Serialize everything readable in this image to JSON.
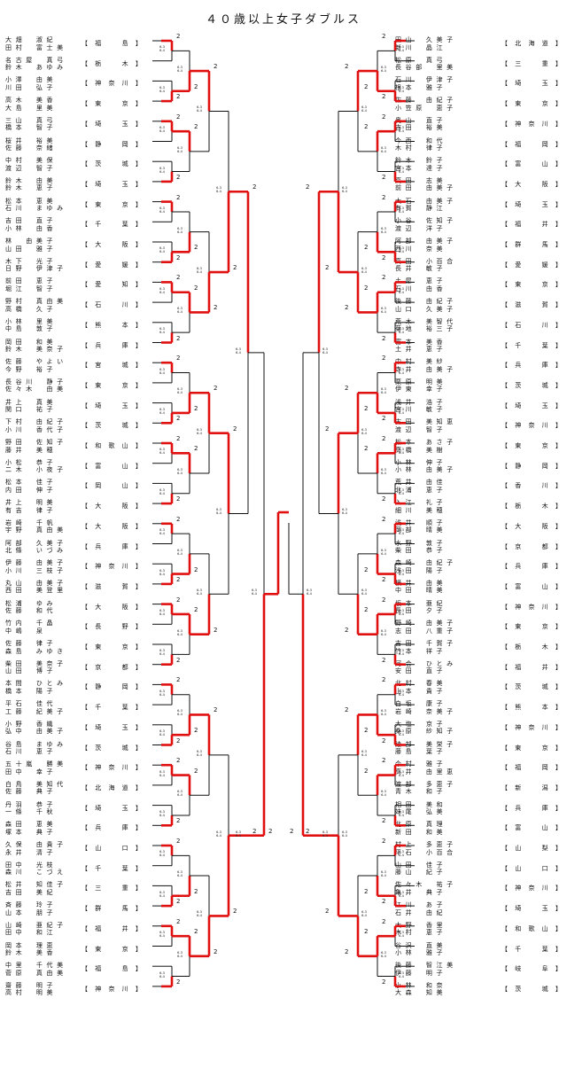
{
  "title": "４０歳以上女子ダブルス",
  "colors": {
    "win": "#e01010",
    "line": "#111111"
  },
  "left_entries": [
    {
      "names": [
        "大 畑 　 淑 紀",
        "田 村 　 富 士 美"
      ],
      "pref": "【 福 　 島 】"
    },
    {
      "names": [
        "名 古 屋 　 真 弓",
        "鈴 木 　 あ ゆ み"
      ],
      "pref": "【 栃 　 木 】"
    },
    {
      "names": [
        "小 澤 　 由 美",
        "川 田 　 弘 子"
      ],
      "pref": "【 神 奈 川 】"
    },
    {
      "names": [
        "高 木 　 美 香",
        "大 島 　 里 美"
      ],
      "pref": "【 東 　 京 】"
    },
    {
      "names": [
        "三 山 　 真 弓",
        "橋 本 　 智 子"
      ],
      "pref": "【 埼 　 玉 】"
    },
    {
      "names": [
        "桜 井 　 裕 美",
        "佐 藤 　 奈 緒"
      ],
      "pref": "【 静 　 岡 】"
    },
    {
      "names": [
        "中 村 　 美 保",
        "渡 辺 　 智 子"
      ],
      "pref": "【 茨 　 城 】"
    },
    {
      "names": [
        "鈴 木 　 由 美",
        "鈴 木 　 恵 子"
      ],
      "pref": "【 埼 　 玉 】"
    },
    {
      "names": [
        "松 本 　 恵 美",
        "石 川 　 ま ゆ み"
      ],
      "pref": "【 東 　 京 】"
    },
    {
      "names": [
        "吉 田 　 直 子",
        "小 林 　 由 香"
      ],
      "pref": "【 千 　 葉 】"
    },
    {
      "names": [
        "林 　 由 美 子",
        "山 田 　 雅 子"
      ],
      "pref": "【 大 　 阪 】"
    },
    {
      "names": [
        "木 下 　 光 子",
        "日 野 　 伊 津 子"
      ],
      "pref": "【 愛 　 媛 】"
    },
    {
      "names": [
        "前 田 　 恵 子",
        "堀 江 　 智 子"
      ],
      "pref": "【 愛 　 知 】"
    },
    {
      "names": [
        "野 村 　 真 由 美",
        "高 橋 　 久 子"
      ],
      "pref": "【 石 　 川 】"
    },
    {
      "names": [
        "小 林 　 里 美",
        "中 島 　 敦 子"
      ],
      "pref": "【 熊 　 本 】"
    },
    {
      "names": [
        "岡 田 　 和 美",
        "鈴 木 　 美 奈 子"
      ],
      "pref": "【 兵 　 庫 】"
    },
    {
      "names": [
        "佐 藤 　 や よ い",
        "今 野 　 裕 子"
      ],
      "pref": "【 宮 　 城 】"
    },
    {
      "names": [
        "長 谷 川 　 静 子",
        "佐 々 木 　 由 美"
      ],
      "pref": "【 東 　 京 】"
    },
    {
      "names": [
        "井 上 　 真 美",
        "関 口 　 祐 子"
      ],
      "pref": "【 埼 　 玉 】"
    },
    {
      "names": [
        "下 村 　 由 紀 子",
        "小 川 　 香 代 子"
      ],
      "pref": "【 茨 　 城 】"
    },
    {
      "names": [
        "野 田 　 佐 知 子",
        "藤 井 　 美 穂"
      ],
      "pref": "【 和 歌 山 】"
    },
    {
      "names": [
        "小 松 　 恭 子",
        "二 木 　 小 夜 子"
      ],
      "pref": "【 富 　 山 】"
    },
    {
      "names": [
        "松 本 　 佳 子",
        "内 田 　 伸 子"
      ],
      "pref": "【 岡 　 山 】"
    },
    {
      "names": [
        "井 上 　 明 美",
        "有 吉 　 律 子"
      ],
      "pref": "【 大 　 阪 】"
    },
    {
      "names": [
        "岩 崎 　 千 帆",
        "宇 野 　 真 由 美"
      ],
      "pref": "【 大 　 阪 】"
    },
    {
      "names": [
        "阿 部 　 久 美 子",
        "北 條 　 い づ み"
      ],
      "pref": "【 兵 　 庫 】"
    },
    {
      "names": [
        "伊 藤 　 由 美 子",
        "小 川 　 三 枝 子"
      ],
      "pref": "【 神 奈 川 】"
    },
    {
      "names": [
        "丸 山 　 由 美 子",
        "西 田 　 美 登 里"
      ],
      "pref": "【 滋 　 賀 】"
    },
    {
      "names": [
        "松 浦 　 ゆ み",
        "佐 藤 　 和 代"
      ],
      "pref": "【 大 　 阪 】"
    },
    {
      "names": [
        "竹 内 　 千 晶",
        "中 嶋 　 泉"
      ],
      "pref": "【 長 　 野 】"
    },
    {
      "names": [
        "佐 藤 　 律 子",
        "森 島 　 み ゆ き"
      ],
      "pref": "【 東 　 京 】"
    },
    {
      "names": [
        "柴 田 　 美 奈 子",
        "山 田 　 博 子"
      ],
      "pref": "【 京 　 都 】"
    },
    {
      "names": [
        "本 間 　 ひ と み",
        "橋 本 　 陽 子"
      ],
      "pref": "【 静 　 岡 】"
    },
    {
      "names": [
        "平 石 　 佳 代",
        "工 藤 　 紀 美 子"
      ],
      "pref": "【 千 　 葉 】"
    },
    {
      "names": [
        "小 野 　 香 織",
        "弘 中 　 由 美 子"
      ],
      "pref": "【 埼 　 玉 】"
    },
    {
      "names": [
        "谷 島 　 ま ゆ み",
        "石 川 　 恵 子"
      ],
      "pref": "【 茨 　 城 】"
    },
    {
      "names": [
        "五 十 嵐 　 勝 美",
        "田 中 　 幸 子"
      ],
      "pref": "【 神 奈 川 】"
    },
    {
      "names": [
        "白 鳥 　 美 知 代",
        "佐 藤 　 典 子"
      ],
      "pref": "【 北 海 道 】"
    },
    {
      "names": [
        "丹 羽 　 恭 子",
        "一 條 　 千 秋"
      ],
      "pref": "【 埼 　 玉 】"
    },
    {
      "names": [
        "森 田 　 恵 美",
        "塚 本 　 典 子"
      ],
      "pref": "【 兵 　 庫 】"
    },
    {
      "names": [
        "久 保 　 由 貴 子",
        "永 井 　 清 子"
      ],
      "pref": "【 山 　 口 】"
    },
    {
      "names": [
        "田 中 　 光 枝",
        "森 川 　 こ づ え"
      ],
      "pref": "【 千 　 葉 】"
    },
    {
      "names": [
        "松 井 　 知 佳 子",
        "吉 田 　 美 紀"
      ],
      "pref": "【 三 　 重 】"
    },
    {
      "names": [
        "斉 藤 　 玲 子",
        "山 本 　 朋 子"
      ],
      "pref": "【 群 　 馬 】"
    },
    {
      "names": [
        "山 崎 　 亜 紀 子",
        "田 中 　 和 江"
      ],
      "pref": "【 福 　 井 】"
    },
    {
      "names": [
        "岡 本 　 理 恵",
        "鈴 木 　 美 香"
      ],
      "pref": "【 東 　 京 】"
    },
    {
      "names": [
        "中 里 　 千 代 美",
        "菅 原 　 真 由 美"
      ],
      "pref": "【 福 　 島 】"
    },
    {
      "names": [
        "齋 藤 　 明 子",
        "高 村 　 明 美"
      ],
      "pref": "【 神 奈 川 】"
    }
  ],
  "right_entries": [
    {
      "names": [
        "田 山 　 久 美 子",
        "新 川 　 晶 江"
      ],
      "pref": "【 北 海 道 】"
    },
    {
      "names": [
        "松 原 　 真 弓",
        "長 谷 部 　 里 美"
      ],
      "pref": "【 三 　 重 】"
    },
    {
      "names": [
        "石 川 　 伊 津 子",
        "根 本 　 雅 子"
      ],
      "pref": "【 埼 　 玉 】"
    },
    {
      "names": [
        "佐 藤 　 由 紀 子",
        "小 笠 原 　 恵 子"
      ],
      "pref": "【 東 　 京 】"
    },
    {
      "names": [
        "奥 山 　 直 子",
        "吉 田 　 裕 美"
      ],
      "pref": "【 神 奈 川 】"
    },
    {
      "names": [
        "今 西 　 和 代",
        "木 村 　 律 子"
      ],
      "pref": "【 福 　 岡 】"
    },
    {
      "names": [
        "鈴 木 　 鈴 子",
        "宮 本 　 達 子"
      ],
      "pref": "【 富 　 山 】"
    },
    {
      "names": [
        "高 田 　 志 美",
        "前 田 　 由 美 子"
      ],
      "pref": "【 大 　 阪 】"
    },
    {
      "names": [
        "大 石 　 由 美 子",
        "有 賀 　 静 江"
      ],
      "pref": "【 埼 　 玉 】"
    },
    {
      "names": [
        "小 谷 　 佐 知 子",
        "渡 辺 　 洋 子"
      ],
      "pref": "【 福 　 井 】"
    },
    {
      "names": [
        "阿 部 　 由 美 子",
        "西 川 　 奈 美"
      ],
      "pref": "【 群 　 馬 】"
    },
    {
      "names": [
        "高 田 　 小 百 合",
        "長 井 　 敏 子"
      ],
      "pref": "【 愛 　 媛 】"
    },
    {
      "names": [
        "土 屋 　 恵 子",
        "石 川 　 由 香"
      ],
      "pref": "【 東 　 京 】"
    },
    {
      "names": [
        "後 藤 　 由 紀 子",
        "山 口 　 久 美 子"
      ],
      "pref": "【 滋 　 賀 】"
    },
    {
      "names": [
        "荒 木 　 美 智 代",
        "菊 地 　 裕 三 子"
      ],
      "pref": "【 石 　 川 】"
    },
    {
      "names": [
        "富 本 　 美 香",
        "土 井 　 恵 子"
      ],
      "pref": "【 千 　 葉 】"
    },
    {
      "names": [
        "中 村 　 美 紗",
        "寺 井 　 由 美 子"
      ],
      "pref": "【 兵 　 庫 】"
    },
    {
      "names": [
        "栗 原 　 明 美",
        "伊 東 　 幸 子"
      ],
      "pref": "【 茨 　 城 】"
    },
    {
      "names": [
        "浅 井 　 浩 子",
        "宮 川 　 敏 子"
      ],
      "pref": "【 埼 　 玉 】"
    },
    {
      "names": [
        "古 田 　 美 知 恵",
        "渡 辺 　 智 子"
      ],
      "pref": "【 神 奈 川 】"
    },
    {
      "names": [
        "松 本 　 あ さ 子",
        "高 橋 　 美 樹"
      ],
      "pref": "【 東 　 京 】"
    },
    {
      "names": [
        "小 林 　 伸 子",
        "小 林 　 由 美 子"
      ],
      "pref": "【 静 　 岡 】"
    },
    {
      "names": [
        "荒 井 　 由 佳",
        "北 浦 　 恵 子"
      ],
      "pref": "【 香 　 川 】"
    },
    {
      "names": [
        "入 江 　 礼 子",
        "細 川 　 美 穂"
      ],
      "pref": "【 栃 　 木 】"
    },
    {
      "names": [
        "浅 井 　 順 子",
        "岡 部 　 晴 美"
      ],
      "pref": "【 大 　 阪 】"
    },
    {
      "names": [
        "水 野 　 敦 子",
        "柴 田 　 恭 子"
      ],
      "pref": "【 京 　 都 】"
    },
    {
      "names": [
        "森 崎 　 由 紀 子",
        "浅 田 　 陽 子"
      ],
      "pref": "【 兵 　 庫 】"
    },
    {
      "names": [
        "横 井 　 由 美",
        "中 田 　 晴 美"
      ],
      "pref": "【 富 　 山 】"
    },
    {
      "names": [
        "坂 本 　 亜 紀",
        "長 田 　 夕 子"
      ],
      "pref": "【 神 奈 川 】"
    },
    {
      "names": [
        "野 崎 　 由 美 子",
        "志 田 　 八 重 子"
      ],
      "pref": "【 東 　 京 】"
    },
    {
      "names": [
        "吉 田 　 千 賀 子",
        "竹 本 　 祥 子"
      ],
      "pref": "【 栃 　 木 】"
    },
    {
      "names": [
        "河 合 　 ひ と み",
        "安 田 　 直 子"
      ],
      "pref": "【 福 　 井 】"
    },
    {
      "names": [
        "北 村 　 春 美",
        "山 本 　 貴 子"
      ],
      "pref": "【 茨 　 城 】"
    },
    {
      "names": [
        "白 坂 　 康 子",
        "岩 崎 　 奈 美 子"
      ],
      "pref": "【 熊 　 本 】"
    },
    {
      "names": [
        "大 塩 　 京 子",
        "桑 原 　 紗 知 子"
      ],
      "pref": "【 神 奈 川 】"
    },
    {
      "names": [
        "綾 部 　 美 栄 子",
        "藤 島 　 葉 子"
      ],
      "pref": "【 東 　 京 】"
    },
    {
      "names": [
        "今 村 　 雅 子",
        "高 井 　 由 里 恵"
      ],
      "pref": "【 福 　 岡 】"
    },
    {
      "names": [
        "渡 部 　 多 恵 子",
        "青 木 　 和 子"
      ],
      "pref": "【 新 　 潟 】"
    },
    {
      "names": [
        "相 田 　 美 和",
        "妹 尾 　 弘 美"
      ],
      "pref": "【 兵 　 庫 】"
    },
    {
      "names": [
        "北 原 　 真 理",
        "新 田 　 和 美"
      ],
      "pref": "【 富 　 山 】"
    },
    {
      "names": [
        "村 上 　 多 恵 子",
        "平 石 　 小 百 合"
      ],
      "pref": "【 山 　 梨 】"
    },
    {
      "names": [
        "山 田 　 佳 子",
        "藤 山 　 紀 子"
      ],
      "pref": "【 山 　 口 】"
    },
    {
      "names": [
        "佐 々 木 　 祐 子",
        "亀 井 　 典 子"
      ],
      "pref": "【 神 奈 川 】"
    },
    {
      "names": [
        "江 川 　 あ 子",
        "石 井 　 由 紀"
      ],
      "pref": "【 埼 　 玉 】"
    },
    {
      "names": [
        "大 野 　 香 里",
        "木 村 　 恵 子"
      ],
      "pref": "【 和 歌 山 】"
    },
    {
      "names": [
        "谷 沢 　 直 美",
        "小 林 　 雅 子"
      ],
      "pref": "【 千 　 葉 】"
    },
    {
      "names": [
        "後 藤 　 智 江 美",
        "伊 藤 　 明 子"
      ],
      "pref": "【 岐 　 阜 】"
    },
    {
      "names": [
        "小 林 　 和 奈",
        "大 森 　 知 美"
      ],
      "pref": "【 茨 　 城 】"
    }
  ]
}
